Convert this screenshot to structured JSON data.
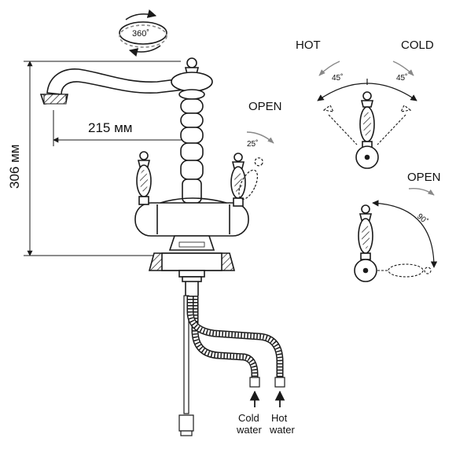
{
  "rotation": {
    "label": "360˚"
  },
  "dimensions": {
    "reach": "215 мм",
    "height": "306 мм"
  },
  "lever_open": {
    "label": "OPEN",
    "angle": "25˚"
  },
  "temperature": {
    "hot": "HOT",
    "cold": "COLD",
    "hot_angle": "45˚",
    "cold_angle": "45˚"
  },
  "handle_open": {
    "label": "OPEN",
    "angle": "90˚"
  },
  "supply": {
    "cold_line1": "Cold",
    "cold_line2": "water",
    "hot_line1": "Hot",
    "hot_line2": "water"
  },
  "colors": {
    "line": "#1a1a1a",
    "background": "#ffffff"
  }
}
